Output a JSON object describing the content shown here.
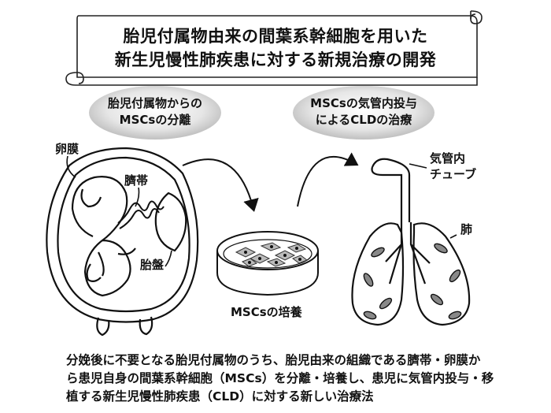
{
  "title": {
    "line1": "胎児付属物由来の間葉系幹細胞を用いた",
    "line2": "新生児慢性肺疾患に対する新規治療の開発"
  },
  "steps": {
    "isolation": {
      "line1": "胎児付属物からの",
      "line2": "MSCsの分離"
    },
    "treatment": {
      "line1": "MSCsの気管内投与",
      "line2": "によるCLDの治療"
    }
  },
  "labels": {
    "egg_membrane": "卵膜",
    "umbilical_cord": "臍帯",
    "placenta": "胎盤",
    "culture": "MSCsの培養",
    "tube_line1": "気管内",
    "tube_line2": "チューブ",
    "lung": "肺"
  },
  "caption": {
    "line1": "分娩後に不要となる胎児付属物のうち、胎児由来の組織である臍帯・卵膜か",
    "line2": "ら患児自身の間葉系幹細胞（MSCs）を分離・培養し、患児に気管内投与・移",
    "line3": "植する新生児慢性肺疾患（CLD）に対する新しい治療法"
  }
}
